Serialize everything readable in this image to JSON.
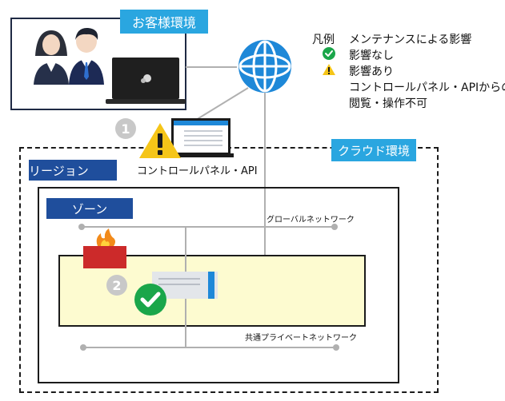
{
  "customer_env": {
    "title": "お客様環境"
  },
  "cloud_env": {
    "title": "クラウド環境"
  },
  "region": {
    "title": "リージョン"
  },
  "zone": {
    "title": "ゾーン"
  },
  "control_panel": {
    "label": "コントロールパネル・API",
    "step": "1"
  },
  "server": {
    "step": "2"
  },
  "networks": {
    "global": "グローバルネットワーク",
    "shared_private": "共通プライベートネットワーク"
  },
  "legend": {
    "title": "凡例",
    "subtitle": "メンテナンスによる影響",
    "no_impact": "影響なし",
    "impact": "影響あり",
    "impact_note_line1": "コントロールパネル・APIからの",
    "impact_note_line2": "閲覧・操作不可"
  },
  "colors": {
    "label_blue": "#1f4e9c",
    "light_blue": "#2aa6e0",
    "zone_fill": "#fdfbd0",
    "ok_green": "#1aa64a",
    "warn_yellow": "#f5c518",
    "firewall_red": "#cc2a2a"
  },
  "icons": [
    "people-icon",
    "laptop-icon",
    "globe-icon",
    "check-icon",
    "warning-icon",
    "firewall-icon",
    "server-icon",
    "monitor-icon"
  ]
}
